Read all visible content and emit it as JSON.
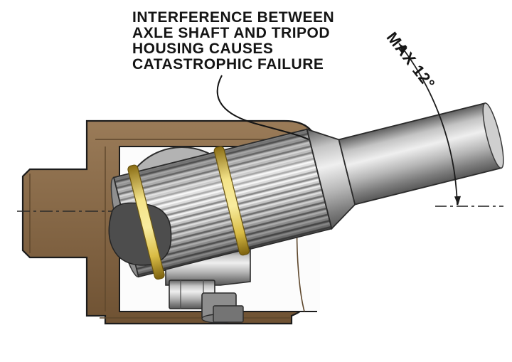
{
  "annotation": {
    "line1": "INTERFERENCE BETWEEN",
    "line2": "AXLE SHAFT AND TRIPOD",
    "line3": "HOUSING CAUSES",
    "line4": "CATASTROPHIC FAILURE"
  },
  "dimension": {
    "label": "MAX 12°"
  },
  "colors": {
    "background": "#ffffff",
    "housing_light": "#9a7b58",
    "housing_dark": "#6f5233",
    "cavity": "#fcfcfc",
    "boot": "#4d4d4d",
    "roller": "#b3b3b3",
    "ring_light": "#f4e388",
    "ring_mid": "#d9bc45",
    "ring_dark": "#8a6d14",
    "shaft_light": "#efefef",
    "shaft_mid": "#b5b5b5",
    "shaft_dark": "#5f5f5f",
    "outline": "#1c1c1c"
  }
}
